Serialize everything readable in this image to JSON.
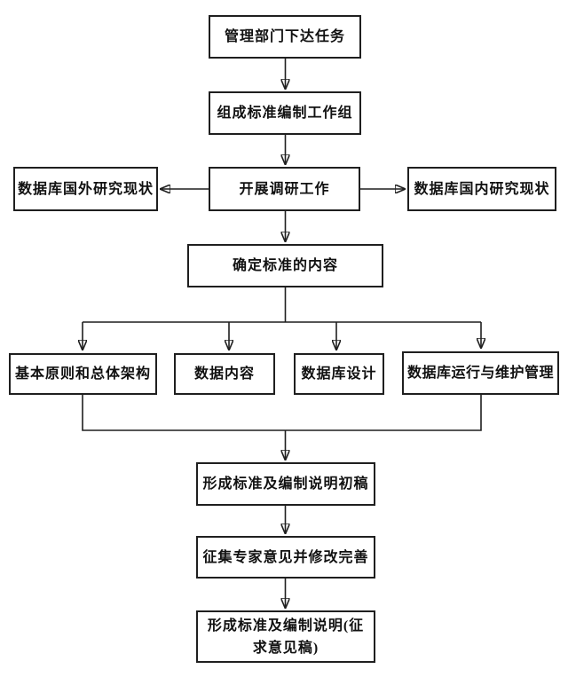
{
  "colors": {
    "background": "#ffffff",
    "line": "#1f1f1f",
    "text": "#111111"
  },
  "nodes": {
    "task": {
      "label": "管理部门下达任务"
    },
    "workgroup": {
      "label": "组成标准编制工作组"
    },
    "foreign": {
      "label": "数据库国外研究现状"
    },
    "survey": {
      "label": "开展调研工作"
    },
    "domestic": {
      "label": "数据库国内研究现状"
    },
    "define": {
      "label": "确定标准的内容"
    },
    "principles": {
      "label": "基本原则和总体架构"
    },
    "data_content": {
      "label": "数据内容"
    },
    "db_design": {
      "label": "数据库设计"
    },
    "db_ops": {
      "label": "数据库运行与维护管理"
    },
    "draft": {
      "label": "形成标准及编制说明初稿"
    },
    "expert": {
      "label": "征集专家意见并修改完善"
    },
    "final": {
      "label": "形成标准及编制说明(征求意见稿)"
    }
  },
  "edges": [
    {
      "from": "task",
      "to": "workgroup",
      "arrow": true
    },
    {
      "from": "workgroup",
      "to": "survey",
      "arrow": true
    },
    {
      "from": "survey",
      "to": "foreign",
      "arrow": true
    },
    {
      "from": "survey",
      "to": "domestic",
      "arrow": true
    },
    {
      "from": "survey",
      "to": "define",
      "arrow": true
    },
    {
      "from": "define",
      "to": "principles",
      "arrow": true
    },
    {
      "from": "define",
      "to": "data_content",
      "arrow": true
    },
    {
      "from": "define",
      "to": "db_design",
      "arrow": true
    },
    {
      "from": "define",
      "to": "db_ops",
      "arrow": true
    },
    {
      "from": "principles",
      "to": "draft",
      "arrow": true
    },
    {
      "from": "db_ops",
      "to": "draft",
      "arrow": true
    },
    {
      "from": "draft",
      "to": "expert",
      "arrow": true
    },
    {
      "from": "expert",
      "to": "final",
      "arrow": true
    }
  ]
}
